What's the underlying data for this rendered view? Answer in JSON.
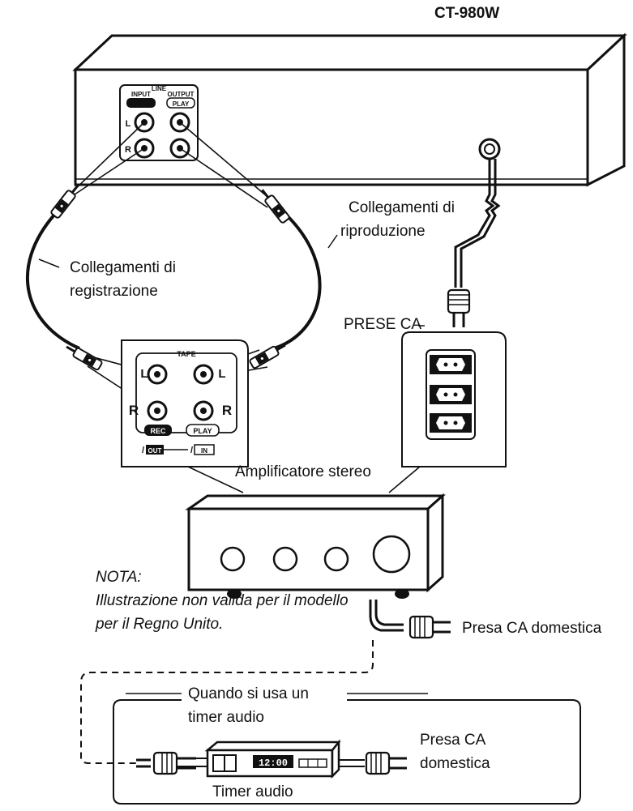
{
  "model": "CT-980W",
  "deck_panel": {
    "line": "LINE",
    "input": "INPUT",
    "output": "OUTPUT",
    "play": "PLAY",
    "left": "L",
    "right": "R"
  },
  "labels": {
    "playback": [
      "Collegamenti di",
      "riproduzione"
    ],
    "recording": [
      "Collegamenti di",
      "registrazione"
    ],
    "ac_outlets": "PRESE CA",
    "amplifier": "Amplificatore stereo",
    "household_outlet": "Presa CA domestica",
    "household_outlet_lines": [
      "Presa CA",
      "domestica"
    ],
    "timer_box_title": [
      "Quando si usa un",
      "timer audio"
    ],
    "timer": "Timer audio"
  },
  "amp_panel": {
    "tape": "TAPE",
    "left": "L",
    "right": "R",
    "rec": "REC",
    "play": "PLAY",
    "out": "OUT",
    "in": "IN"
  },
  "timer_display": "12:00",
  "note": {
    "title": "NOTA:",
    "lines": [
      "Illustrazione non valida per il modello",
      "per il Regno Unito."
    ]
  }
}
